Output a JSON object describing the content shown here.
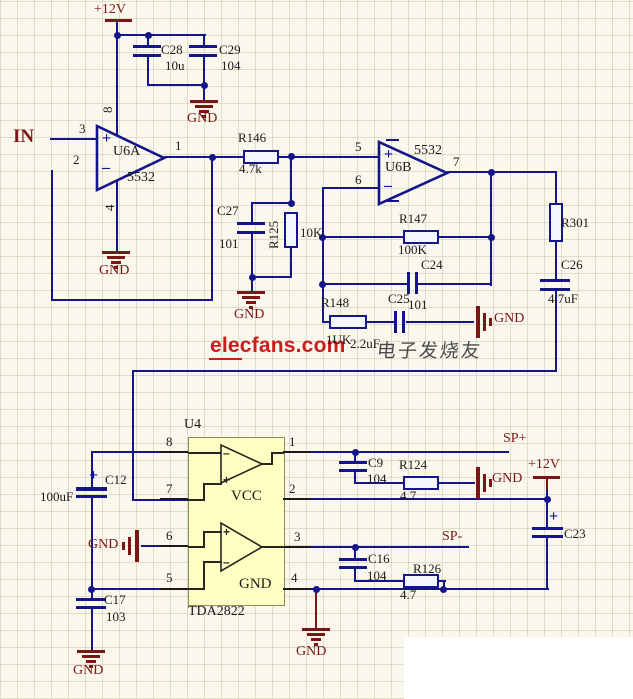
{
  "power": {
    "v12": "+12V",
    "gnd": "GND",
    "in": "IN",
    "sp_plus": "SP+",
    "sp_minus": "SP-"
  },
  "u6a": {
    "ref": "U6A",
    "part": "5532",
    "plus": "+",
    "minus": "–",
    "pin1": "1",
    "pin2": "2",
    "pin3": "3",
    "pin4": "4",
    "pin8": "8"
  },
  "u6b": {
    "ref": "U6B",
    "part": "5532",
    "plus": "+",
    "minus": "–",
    "pin5": "5",
    "pin6": "6",
    "pin7": "7"
  },
  "u4": {
    "ref": "U4",
    "part": "TDA2822",
    "vcc": "VCC",
    "gnd": "GND",
    "plus": "+",
    "minus": "–",
    "pins_left": [
      "8",
      "7",
      "6",
      "5"
    ],
    "pins_right": [
      "1",
      "2",
      "3",
      "4"
    ]
  },
  "caps": {
    "c28": {
      "ref": "C28",
      "value": "10u"
    },
    "c29": {
      "ref": "C29",
      "value": "104"
    },
    "c27": {
      "ref": "C27",
      "value": "101"
    },
    "c24": {
      "ref": "C24"
    },
    "c25": {
      "ref": "C25",
      "value": "101"
    },
    "c26": {
      "ref": "C26",
      "value": "4.7uF"
    },
    "c12": {
      "ref": "C12",
      "value": "100uF"
    },
    "c17": {
      "ref": "C17",
      "value": "103"
    },
    "c9": {
      "ref": "C9",
      "value": "104"
    },
    "c16": {
      "ref": "C16",
      "value": "104"
    },
    "c23": {
      "ref": "C23"
    }
  },
  "resistors": {
    "r146": {
      "ref": "R146",
      "value": "4.7k"
    },
    "r125": {
      "ref": "R125",
      "value": "10K"
    },
    "r147": {
      "ref": "R147",
      "value": "100K"
    },
    "r148": {
      "ref": "R148",
      "value": "1UK"
    },
    "r301": {
      "ref": "R301"
    },
    "r124": {
      "ref": "R124",
      "value": "4.7"
    },
    "r126": {
      "ref": "R126",
      "value": "4.7"
    }
  },
  "misc": {
    "stray_value": "2.2uF"
  },
  "watermark": {
    "site": "elecfans.com",
    "cjk": "电子发烧友"
  }
}
